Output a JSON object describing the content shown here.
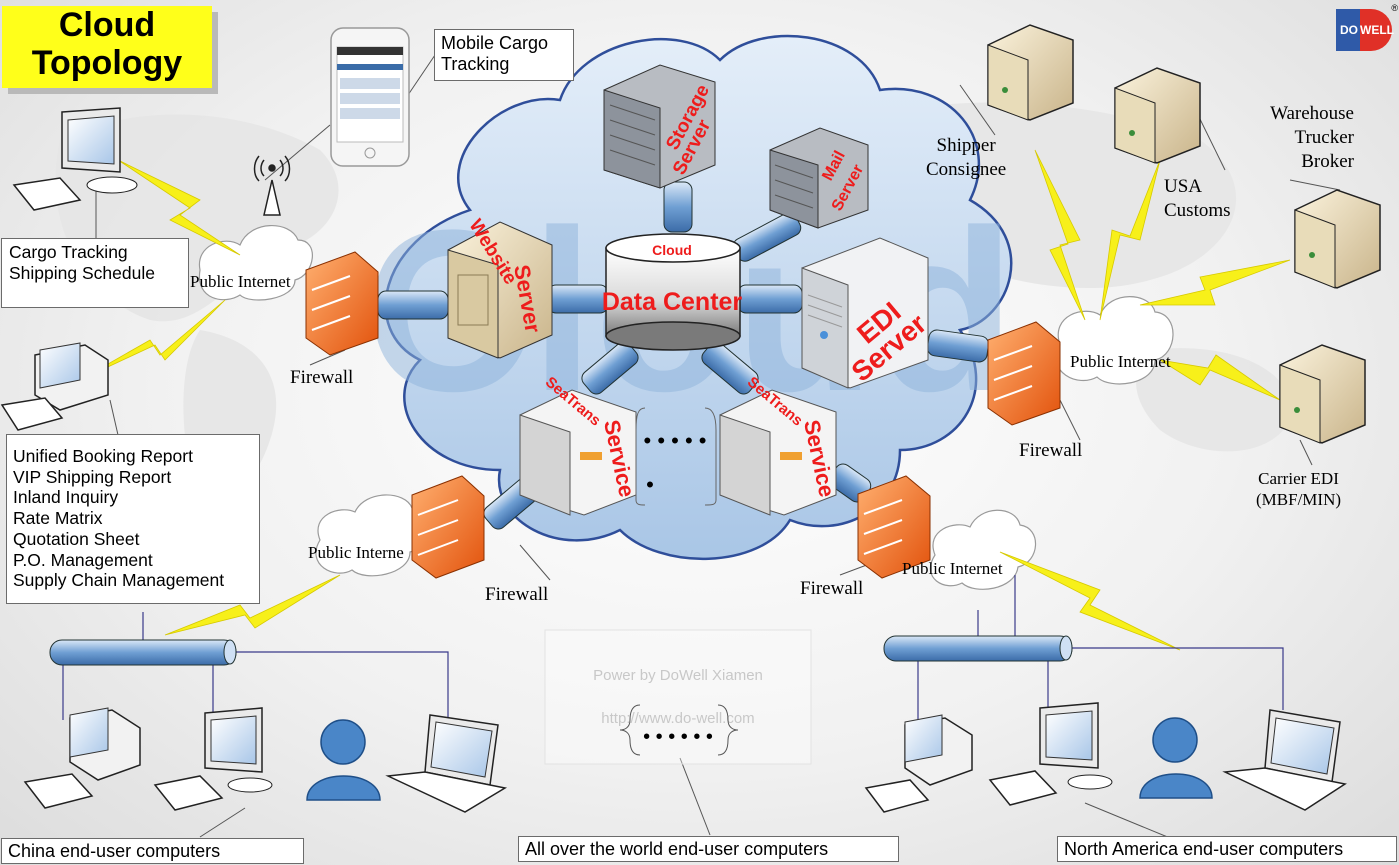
{
  "title": {
    "line1": "Cloud",
    "line2": "Topology"
  },
  "logo": {
    "left": "DO",
    "right": "WELL",
    "reg": "®"
  },
  "mobile": {
    "label_line1": "Mobile Cargo",
    "label_line2": "Tracking"
  },
  "left_boxes": {
    "top": [
      "Cargo Tracking",
      "Shipping Schedule"
    ],
    "reports": [
      "Unified Booking Report",
      "VIP Shipping Report",
      "Inland Inquiry",
      "Rate Matrix",
      "Quotation Sheet",
      "P.O. Management",
      "Supply Chain Management"
    ]
  },
  "cloud_center": {
    "watermark": "Cloud",
    "datacenter_top": "Cloud",
    "datacenter": "Data Center",
    "storage_server": [
      "Storage",
      "Server"
    ],
    "mail_server": [
      "Mail",
      "Server"
    ],
    "website_server": [
      "Website",
      "Server"
    ],
    "edi_server": [
      "EDI",
      "Server"
    ],
    "service_a": [
      "SeaTrans",
      "Service"
    ],
    "service_b": [
      "SeaTrans",
      "Service"
    ],
    "dots_row": "• • • • •",
    "dot_single": "•"
  },
  "internets": [
    "Public Internet",
    "Public Interne",
    "Public Internet",
    "Public Internet"
  ],
  "firewalls": [
    "Firewall",
    "Firewall",
    "Firewall",
    "Firewall"
  ],
  "right_labels": {
    "shipper": [
      "Shipper",
      "Consignee"
    ],
    "usa": [
      "USA",
      "Customs"
    ],
    "warehouse": [
      "Warehouse",
      "Trucker",
      "Broker"
    ],
    "carrier": [
      "Carrier EDI",
      "(MBF/MIN)"
    ]
  },
  "watermark_box": {
    "line1": "Power by DoWell Xiamen",
    "line2": "http://www.do-well.com",
    "dots": "• • • • • •"
  },
  "footers": {
    "china": "China end-user computers",
    "world": "All over the world end-user computers",
    "north_america": "North America end-user computers"
  }
}
